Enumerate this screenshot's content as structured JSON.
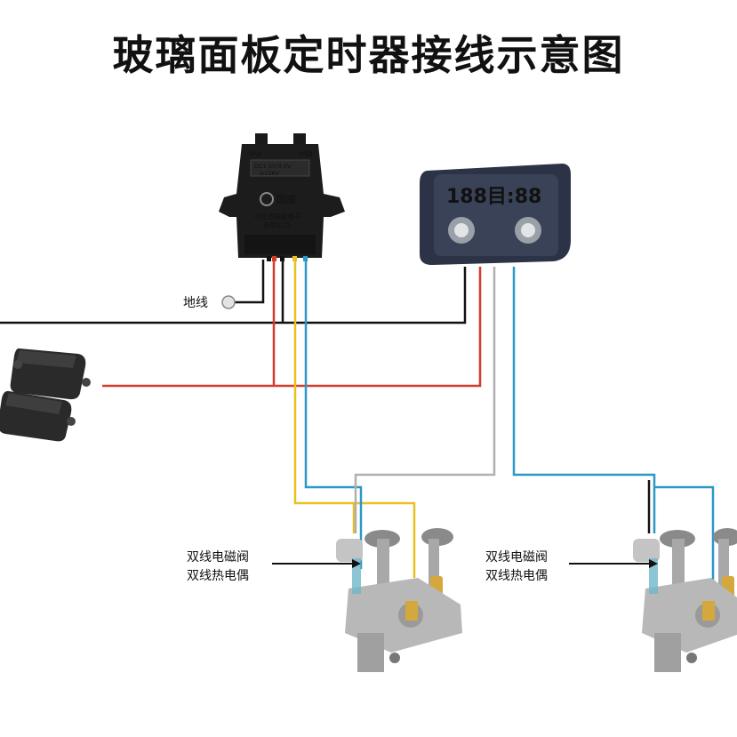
{
  "title": "玻璃面板定时器接线示意图",
  "igniter": {
    "terminal_left": "HVⅠ",
    "terminal_right": "HVⅡ",
    "spec_line1": "DC1.5V/3.0V",
    "spec_line2": "≥15KV",
    "brand": "国威",
    "maker_line1": "中山市国威电子",
    "maker_line2": "有限公司"
  },
  "timer": {
    "display": "188目:88"
  },
  "labels": {
    "ground": "地线",
    "valve1_line1": "双线电磁阀",
    "valve1_line2": "双线热电偶",
    "valve2_line1": "双线电磁阀",
    "valve2_line2": "双线热电偶"
  },
  "colors": {
    "black_wire": "#111111",
    "red_wire": "#d63a2a",
    "yellow_wire": "#e8c020",
    "blue_wire": "#2a98c8",
    "white_wire": "#b0b0b0"
  },
  "icons": {
    "igniter": "pulse-igniter-box",
    "timer": "glass-panel-timer",
    "battery": "battery-box",
    "valve": "gas-valve-assembly",
    "ground": "ground-terminal-icon"
  }
}
